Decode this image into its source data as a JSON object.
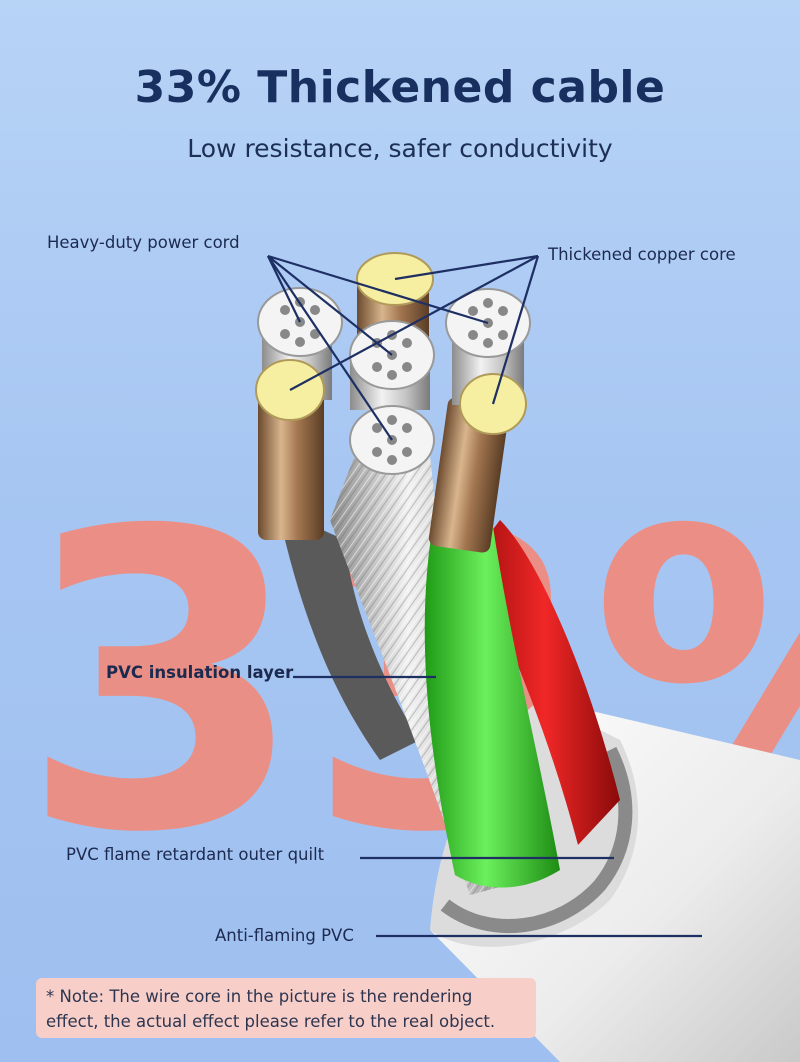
{
  "header": {
    "title": "33% Thickened cable",
    "subtitle": "Low resistance, safer conductivity"
  },
  "background_text": "33%",
  "labels": {
    "heavy_duty": "Heavy-duty power cord",
    "copper_core": "Thickened copper core",
    "pvc_insulation": "PVC insulation layer",
    "pvc_outer": "PVC flame retardant outer quilt",
    "anti_flaming": "Anti-flaming PVC"
  },
  "note": {
    "text": "* Note: The wire core in the picture is the rendering effect, the actual effect please refer to the real object."
  },
  "colors": {
    "title": "#17305f",
    "accent_number": "#ee8c80",
    "green_wire": "#37d32b",
    "red_wire": "#e21b1b",
    "copper": "#b58c62",
    "copper_face": "#f6eea0"
  }
}
